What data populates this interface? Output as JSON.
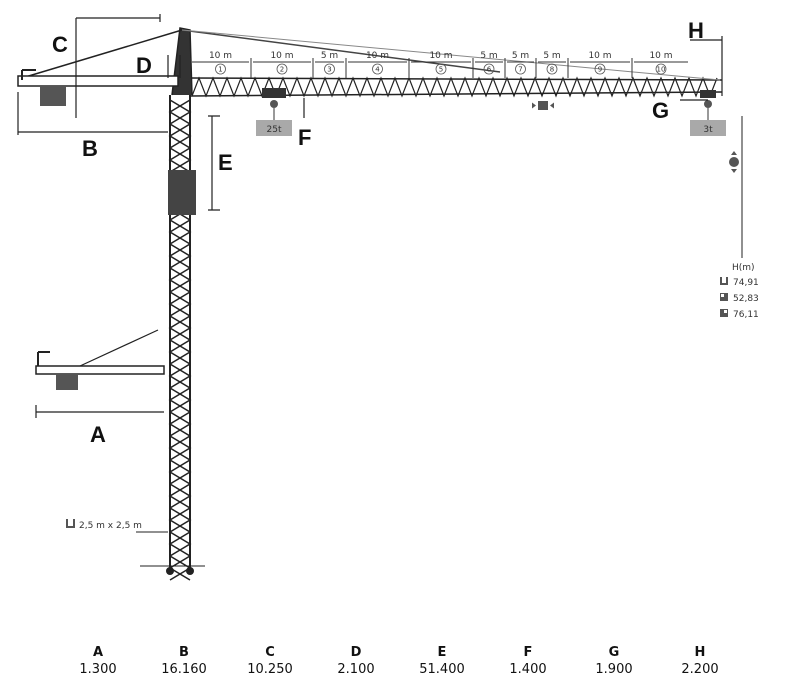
{
  "labels": {
    "A": "A",
    "B": "B",
    "C": "C",
    "D": "D",
    "E": "E",
    "F": "F",
    "G": "G",
    "H": "H"
  },
  "jib_segments": [
    {
      "length": "10 m",
      "num": "1"
    },
    {
      "length": "10 m",
      "num": "2"
    },
    {
      "length": "5 m",
      "num": "3"
    },
    {
      "length": "10 m",
      "num": "4"
    },
    {
      "length": "10 m",
      "num": "5"
    },
    {
      "length": "5 m",
      "num": "6"
    },
    {
      "length": "5 m",
      "num": "7"
    },
    {
      "length": "5 m",
      "num": "8"
    },
    {
      "length": "10 m",
      "num": "9"
    },
    {
      "length": "10 m",
      "num": "10"
    }
  ],
  "loads": {
    "max_load": "25t",
    "tip_load": "3t"
  },
  "height": {
    "title": "H(m)",
    "rows": [
      {
        "icon": "tower-type-1-icon",
        "value": "74,91"
      },
      {
        "icon": "tower-type-2-icon",
        "value": "52,83"
      },
      {
        "icon": "tower-type-3-icon",
        "value": "76,11"
      }
    ]
  },
  "mast_section": "2,5 m x 2,5 m",
  "dimensions": [
    {
      "key": "A",
      "value": "1.300"
    },
    {
      "key": "B",
      "value": "16.160"
    },
    {
      "key": "C",
      "value": "10.250"
    },
    {
      "key": "D",
      "value": "2.100"
    },
    {
      "key": "E",
      "value": "51.400"
    },
    {
      "key": "F",
      "value": "1.400"
    },
    {
      "key": "G",
      "value": "1.900"
    },
    {
      "key": "H",
      "value": "2.200"
    }
  ]
}
